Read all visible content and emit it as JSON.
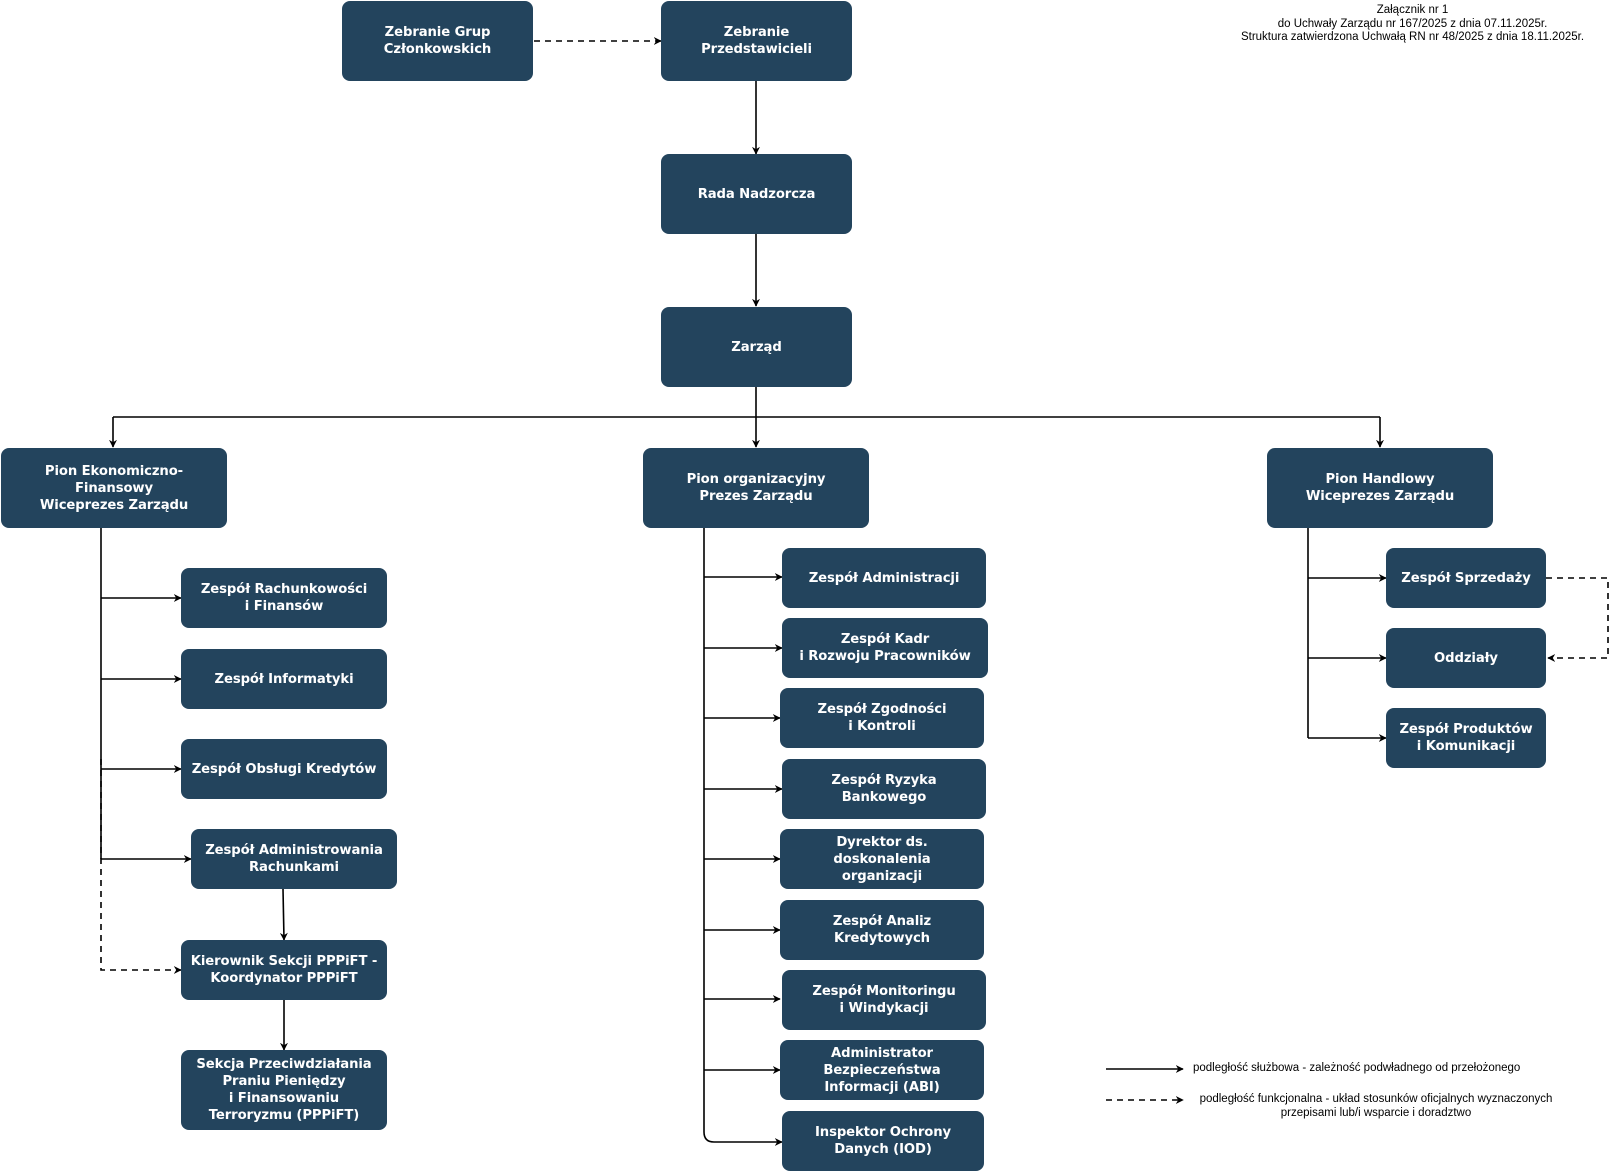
{
  "header_note": [
    "Załącznik nr 1",
    "do Uchwały Zarządu nr 167/2025 z dnia 07.11.2025r.",
    "Struktura zatwierdzona Uchwałą RN nr 48/2025 z dnia 18.11.2025r."
  ],
  "nodes": {
    "zebranie_grup": "Zebranie Grup\nCzłonkowskich",
    "zebranie_przedstawicieli": "Zebranie Przedstawicieli",
    "rada_nadzorcza": "Rada Nadzorcza",
    "zarzad": "Zarząd",
    "pion_ekonomiczno": "Pion Ekonomiczno-Finansowy\nWiceprezes Zarządu",
    "pion_organizacyjny": "Pion organizacyjny\nPrezes Zarządu",
    "pion_handlowy": "Pion Handlowy\nWiceprezes Zarządu",
    "zespol_rachunkowosci": "Zespół Rachunkowości\ni Finansów",
    "zespol_informatyki": "Zespół Informatyki",
    "zespol_obslugi_kredytow": "Zespół Obsługi Kredytów",
    "zespol_administrowania": "Zespół Administrowania\nRachunkami",
    "kierownik_sekcji": "Kierownik Sekcji PPPiFT -\nKoordynator PPPiFT",
    "sekcja_przeciwdzialania": "Sekcja Przeciwdziałania\nPraniu Pieniędzy\ni Finansowaniu\nTerroryzmu (PPPiFT)",
    "zespol_administracji": "Zespół Administracji",
    "zespol_kadr": "Zespół Kadr\ni Rozwoju Pracowników",
    "zespol_zgodnosci": "Zespół Zgodności\ni Kontroli",
    "zespol_ryzyka": "Zespół Ryzyka\nBankowego",
    "dyrektor_doskonalenia": "Dyrektor ds. doskonalenia\norganizacji",
    "zespol_analiz": "Zespół Analiz\nKredytowych",
    "zespol_monitoringu": "Zespół Monitoringu\ni Windykacji",
    "administrator_abi": "Administrator\nBezpieczeństwa\nInformacji (ABI)",
    "inspektor_iod": "Inspektor Ochrony\nDanych (IOD)",
    "zespol_sprzedazy": "Zespół Sprzedaży",
    "oddzialy": "Oddziały",
    "zespol_produktow": "Zespół Produktów\ni Komunikacji"
  },
  "legend": {
    "solid": "podległość służbowa - zależność podwładnego od przełożonego",
    "dashed": "podległość funkcjonalna - układ stosunków oficjalnych wyznaczonych\nprzepisami lub/i wsparcie i doradztwo"
  },
  "colors": {
    "box_fill": "#23445d",
    "box_text": "#ffffff",
    "edge": "#000000"
  }
}
